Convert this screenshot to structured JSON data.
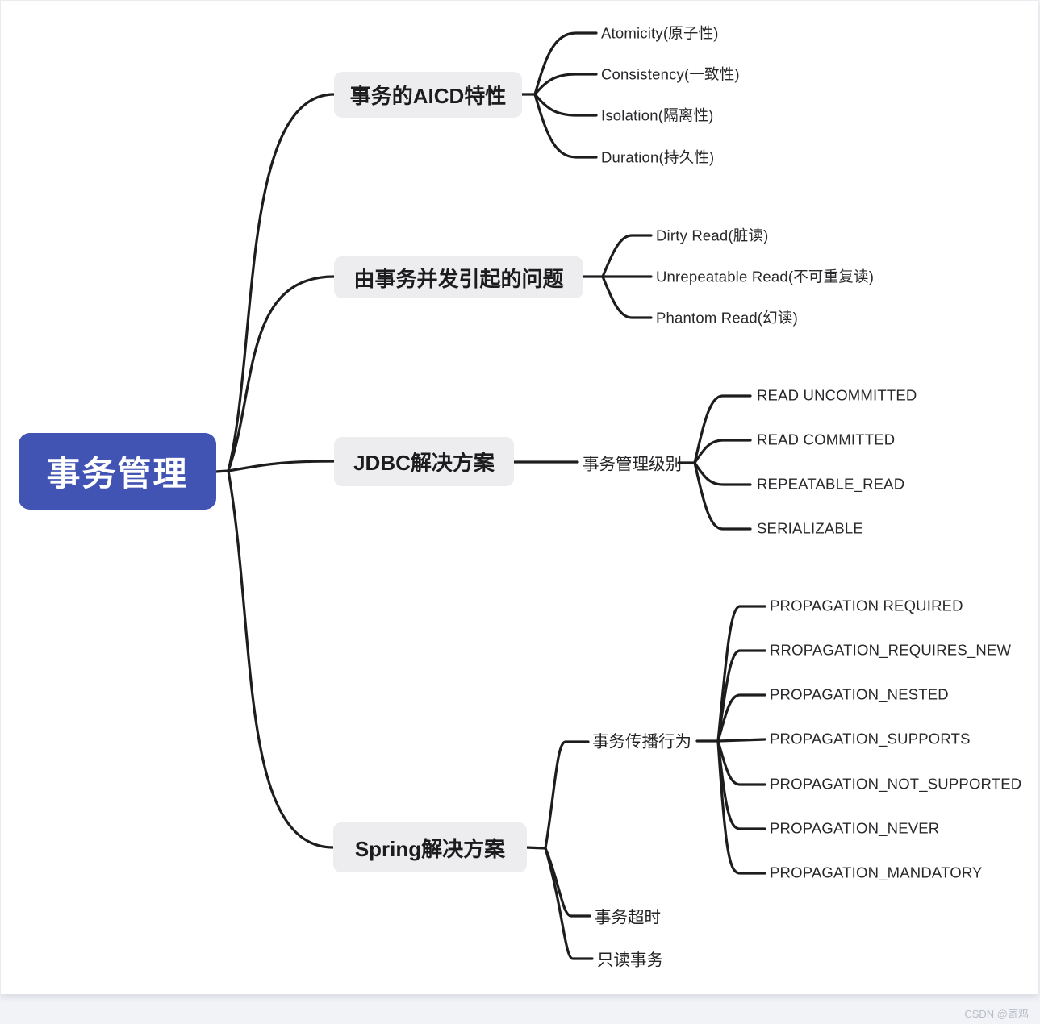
{
  "mindmap": {
    "root": {
      "label": "事务管理"
    },
    "branches": [
      {
        "label": "事务的AICD特性",
        "children": [
          {
            "label": "Atomicity(原子性)"
          },
          {
            "label": "Consistency(一致性)"
          },
          {
            "label": "Isolation(隔离性)"
          },
          {
            "label": "Duration(持久性)"
          }
        ]
      },
      {
        "label": "由事务并发引起的问题",
        "children": [
          {
            "label": "Dirty Read(脏读)"
          },
          {
            "label": "Unrepeatable Read(不可重复读)"
          },
          {
            "label": "Phantom Read(幻读)"
          }
        ]
      },
      {
        "label": "JDBC解决方案",
        "children": [
          {
            "label": "事务管理级别",
            "children": [
              {
                "label": "READ UNCOMMITTED"
              },
              {
                "label": "READ COMMITTED"
              },
              {
                "label": "REPEATABLE_READ"
              },
              {
                "label": "SERIALIZABLE"
              }
            ]
          }
        ]
      },
      {
        "label": "Spring解决方案",
        "children": [
          {
            "label": "事务传播行为",
            "children": [
              {
                "label": "PROPAGATION REQUIRED"
              },
              {
                "label": "RROPAGATION_REQUIRES_NEW"
              },
              {
                "label": "PROPAGATION_NESTED"
              },
              {
                "label": "PROPAGATION_SUPPORTS"
              },
              {
                "label": "PROPAGATION_NOT_SUPPORTED"
              },
              {
                "label": "PROPAGATION_NEVER"
              },
              {
                "label": "PROPAGATION_MANDATORY"
              }
            ]
          },
          {
            "label": "事务超时"
          },
          {
            "label": "只读事务"
          }
        ]
      }
    ]
  },
  "watermark": {
    "text": "CSDN @寄鸡"
  },
  "colors": {
    "root_bg": "#4154b3",
    "root_text": "#ffffff",
    "branch_bg": "#ededef",
    "line": "#1d1d1f",
    "leaf_text": "#28282b",
    "watermark_text": "#b9bcc6",
    "canvas_bg": "#ffffff",
    "page_bg": "#f1f3f7"
  }
}
